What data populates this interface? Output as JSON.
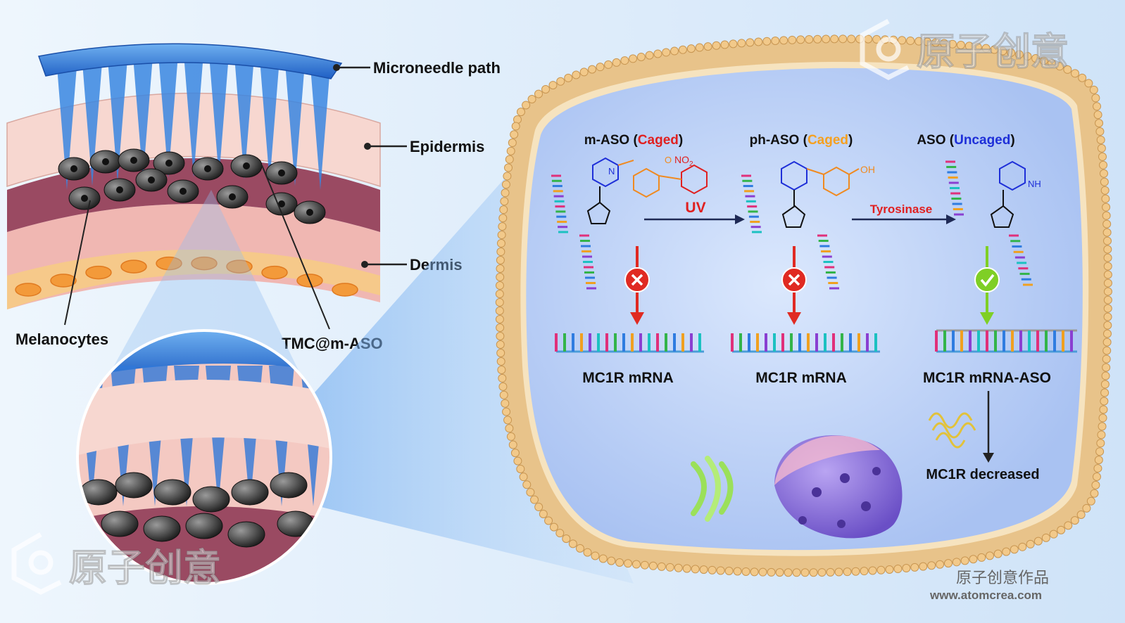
{
  "labels": {
    "microneedle_path": "Microneedle path",
    "epidermis": "Epidermis",
    "dermis": "Dermis",
    "melanocytes": "Melanocytes",
    "tmc_m_aso": "TMC@m-ASO"
  },
  "stages": [
    {
      "name": "m-ASO",
      "state": "Caged",
      "state_color": "#e02020",
      "target": "MC1R mRNA",
      "blocked": true
    },
    {
      "name": "ph-ASO",
      "state": "Caged",
      "state_color": "#f5a020",
      "target": "MC1R mRNA",
      "blocked": true
    },
    {
      "name": "ASO",
      "state": "Uncaged",
      "state_color": "#1e2fd8",
      "target": "MC1R mRNA-ASO",
      "blocked": false
    }
  ],
  "transitions": [
    {
      "label": "UV",
      "color": "#e02020"
    },
    {
      "label": "Tyrosinase",
      "color": "#e02020"
    }
  ],
  "chem": {
    "nitro": "NO",
    "nitro_sub": "2",
    "hydroxyl": "OH",
    "amine": "NH",
    "o": "O",
    "n": "N"
  },
  "outcome": "MC1R decreased",
  "watermark": {
    "main": "原子创意",
    "credit": "原子创意作品",
    "url": "www.atomcrea.com"
  },
  "colors": {
    "needle": "#2d74d2",
    "epidermis": "#f5cfc8",
    "dermis": "#eebcb6",
    "cell_interior": "#c3d8fb",
    "membrane": "#e8c38a",
    "arrow_blocked": "#e02a22",
    "arrow_pass": "#7fcf25"
  }
}
